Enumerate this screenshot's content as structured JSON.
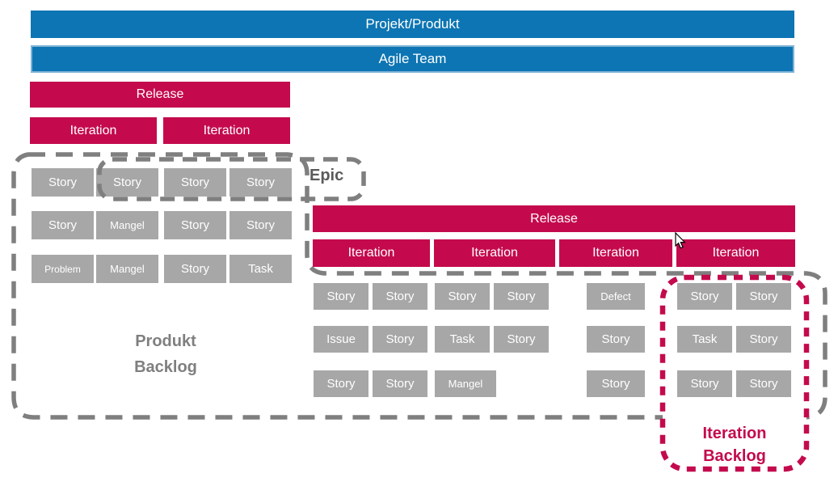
{
  "colors": {
    "blue": "#0d75b3",
    "crimson": "#c40a4d",
    "card_gray": "#a7a7a7",
    "line_gray": "#7f7f7f",
    "epic_text": "#5a5a5a",
    "selection_border": "#7eb3d6"
  },
  "top_bars": {
    "project_product": "Projekt/Produkt",
    "agile_team": "Agile Team"
  },
  "left_board": {
    "release": "Release",
    "iterations": [
      "Iteration",
      "Iteration"
    ],
    "rows": [
      [
        "Story",
        "Story",
        "Story",
        "Story"
      ],
      [
        "Story",
        "Mangel",
        "Story",
        "Story"
      ],
      [
        "Problem",
        "Mangel",
        "Story",
        "Task"
      ]
    ]
  },
  "right_board": {
    "release": "Release",
    "iterations": [
      "Iteration",
      "Iteration",
      "Iteration",
      "Iteration"
    ],
    "columns": [
      {
        "cells": [
          [
            "Story",
            "Story"
          ],
          [
            "Issue",
            "Story"
          ],
          [
            "Story",
            "Story"
          ]
        ]
      },
      {
        "cells": [
          [
            "Story",
            "Story"
          ],
          [
            "Task",
            "Story"
          ],
          [
            "Mangel"
          ]
        ]
      },
      {
        "cells": [
          [
            "Defect"
          ],
          [
            "Story"
          ],
          [
            "Story"
          ]
        ]
      },
      {
        "cells": [
          [
            "Story",
            "Story"
          ],
          [
            "Task",
            "Story"
          ],
          [
            "Story",
            "Story"
          ]
        ]
      }
    ]
  },
  "labels": {
    "epic": "Epic",
    "produkt_backlog": {
      "line1": "Produkt",
      "line2": "Backlog"
    },
    "iteration_backlog": {
      "line1": "Iteration",
      "line2": "Backlog"
    }
  }
}
